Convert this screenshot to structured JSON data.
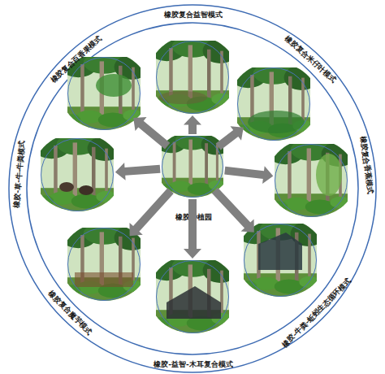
{
  "diagram": {
    "nodes": [
      {
        "text": [
          "橡胶种植园"
        ]
      },
      {
        "text": [
          "橡胶复合益智模式"
        ]
      },
      {
        "text": [
          "橡胶复合米仔叶模式"
        ]
      },
      {
        "text": [
          "橡胶复合香蕉模式"
        ]
      },
      {
        "text": [
          "橡胶-牛粪-蚯蚓生态循环模式"
        ]
      },
      {
        "text": [
          "橡胶-益智-木耳复合模式"
        ]
      },
      {
        "text": [
          "橡胶复合魔芋模式"
        ]
      },
      {
        "text": [
          "橡胶-草-牛-牛粪模式"
        ]
      },
      {
        "text": [
          "橡胶复合百香果模式"
        ]
      }
    ],
    "edges": [
      {
        "from": 0,
        "to": 1,
        "arrow": "to"
      },
      {
        "from": 0,
        "to": 2,
        "arrow": "to"
      },
      {
        "from": 0,
        "to": 3,
        "arrow": "to"
      },
      {
        "from": 0,
        "to": 4,
        "arrow": "to"
      },
      {
        "from": 0,
        "to": 5,
        "arrow": "to"
      },
      {
        "from": 0,
        "to": 6,
        "arrow": "to"
      },
      {
        "from": 0,
        "to": 7,
        "arrow": "to"
      },
      {
        "from": 0,
        "to": 8,
        "arrow": "to"
      }
    ]
  }
}
